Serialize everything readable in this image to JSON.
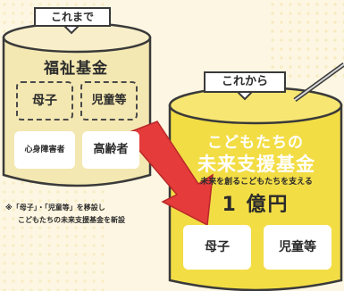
{
  "colors": {
    "old_fund": "#f4e8b2",
    "new_fund": "#f3dd45",
    "arrow": "#e53b3b",
    "outline": "#3a3a3a"
  },
  "old_fund": {
    "tag": "これまで",
    "title": "福祉基金",
    "boxes": [
      "母子",
      "児童等",
      "心身障害者",
      "高齢者"
    ]
  },
  "note": {
    "line1": "※「母子」・「児童等」を移設し",
    "line2": "こどもたちの未来支援基金を新設"
  },
  "new_fund": {
    "tag": "これから",
    "title_line1": "こどもたちの",
    "title_line2": "未来支援基金",
    "subtitle": "未来を創るこどもたちを支える",
    "amount": "1 億円",
    "boxes": [
      "母子",
      "児童等"
    ]
  }
}
